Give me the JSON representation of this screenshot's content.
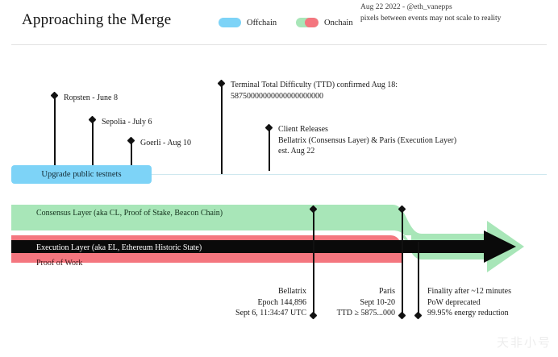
{
  "header": {
    "title": "Approaching the Merge",
    "legend": [
      {
        "name": "offchain",
        "label": "Offchain",
        "color": "#7dd3f7"
      },
      {
        "name": "onchain",
        "label": "Onchain",
        "color_a": "#a8e6b8",
        "color_b": "#f4767f"
      }
    ],
    "credit_line1": "Aug 22 2022 - @eth_vanepps",
    "credit_line2": "pixels between events may not scale to reality"
  },
  "testnets": {
    "bar_label": "Upgrade public testnets",
    "events": [
      {
        "name": "ropsten",
        "label": "Ropsten - June 8"
      },
      {
        "name": "sepolia",
        "label": "Sepolia - July 6"
      },
      {
        "name": "goerli",
        "label": "Goerli - Aug 10"
      }
    ]
  },
  "top_events": [
    {
      "name": "ttd",
      "line1": "Terminal Total Difficulty (TTD) confirmed Aug 18:",
      "line2": "58750000000000000000000"
    },
    {
      "name": "client-releases",
      "line1": "Client Releases",
      "line2": "Bellatrix (Consensus Layer) & Paris (Execution Layer)",
      "line3": "est. Aug 22"
    }
  ],
  "bands": [
    {
      "name": "consensus-layer",
      "label": "Consensus Layer (aka CL, Proof of Stake, Beacon Chain)",
      "color": "#a8e6b8"
    },
    {
      "name": "execution-layer",
      "label": "Execution Layer (aka EL, Ethereum Historic State)",
      "color": "#000000"
    },
    {
      "name": "proof-of-work",
      "label": "Proof of Work",
      "color": "#f4767f"
    }
  ],
  "bottom_events": [
    {
      "name": "bellatrix",
      "line1": "Bellatrix",
      "line2": "Epoch 144,896",
      "line3": "Sept 6, 11:34:47 UTC"
    },
    {
      "name": "paris",
      "line1": "Paris",
      "line2": "Sept 10-20",
      "line3": "TTD ≥ 5875...000"
    },
    {
      "name": "finality",
      "line1": "Finality after ~12 minutes",
      "line2": "PoW deprecated",
      "line3": "99.95% energy reduction"
    }
  ],
  "watermark": "天非小号"
}
